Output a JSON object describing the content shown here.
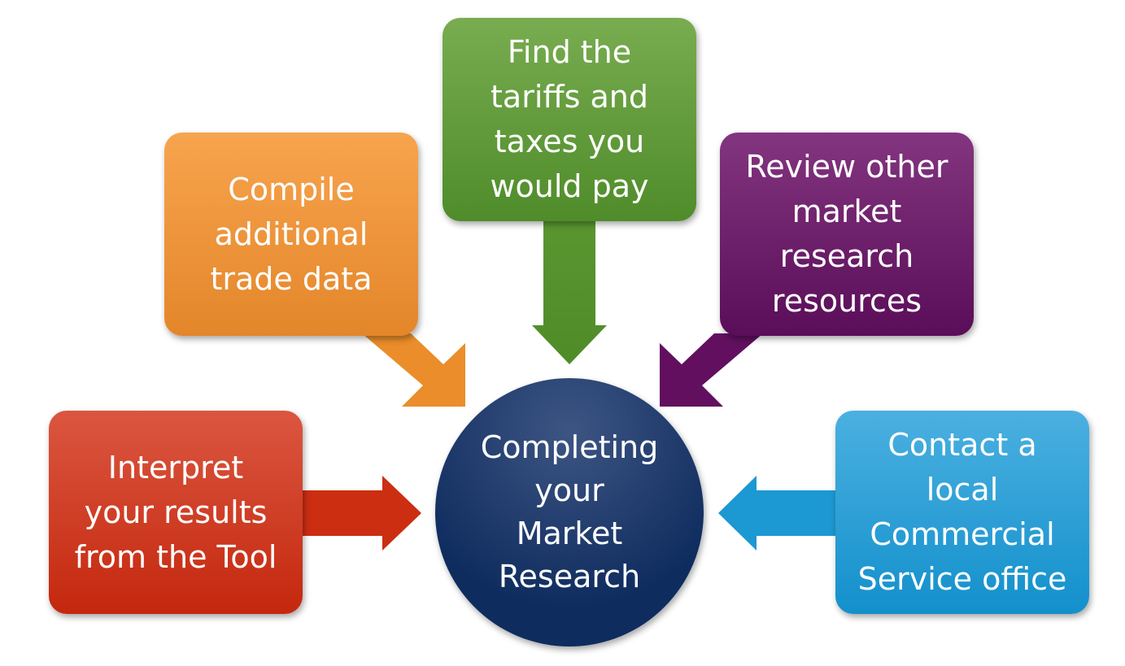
{
  "center": {
    "label": "Completing\nyour\nMarket\nResearch"
  },
  "steps": [
    {
      "label": "Find the\ntariffs and\ntaxes you\nwould pay",
      "color": "#5f9a38"
    },
    {
      "label": "Compile\nadditional\ntrade data",
      "color": "#f0962f"
    },
    {
      "label": "Review other\nmarket\nresearch\nresources",
      "color": "#6b1f69"
    },
    {
      "label": "Interpret\nyour results\nfrom the Tool",
      "color": "#cf3a1f"
    },
    {
      "label": "Contact a\nlocal\nCommercial\nService office",
      "color": "#22a0d8"
    }
  ]
}
